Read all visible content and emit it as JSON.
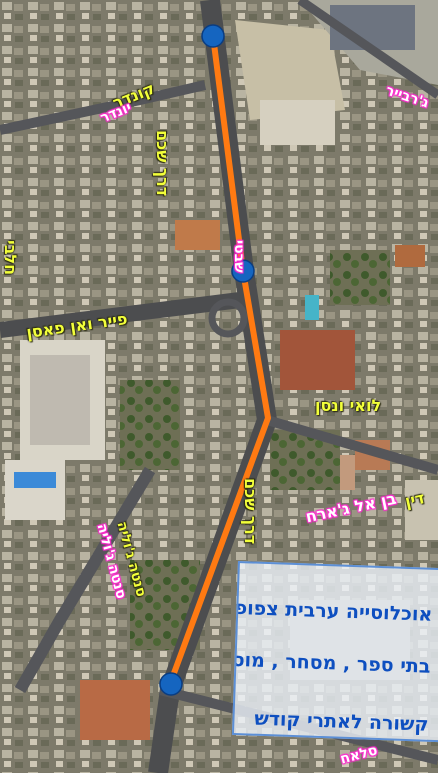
{
  "colors": {
    "route": "#ff7a12",
    "marker_fill": "#1565c0",
    "label_yellow": "#f2ff3a",
    "label_pink_outline": "#ff2bd0",
    "info_text": "#0e4fc0",
    "info_border": "#5c8fd6"
  },
  "street_labels": {
    "kunder_yellow": "קונדר",
    "kunder_pink": "יונדר",
    "dror": "ג'רבייר",
    "derech_shchem_top": "דרך שכם",
    "shivtei_top": "שבטי",
    "pierre_van_paassen": "פייר ואן פאסן",
    "louis_vincent": "לואי ונסן",
    "derech_shchem_bottom": "דרך שכם",
    "ibn_al_jarrah": "בן אל ג'ארח",
    "ibn_al_jarrah_prefix": "דין",
    "left_vertical": "חלבי",
    "santa_juliana_yellow": "סנטה ג'וליה",
    "santa_juliana_pink": "סנטה ג'וליה",
    "bottom_pink": "סלאח"
  },
  "info_box": {
    "line1": "אוכלוסייה ערבית צפופה –",
    "line2": "בתי ספר , מסחר , מוסדות , מלונות ,",
    "line3": "קשורה לאתרי קודש"
  }
}
